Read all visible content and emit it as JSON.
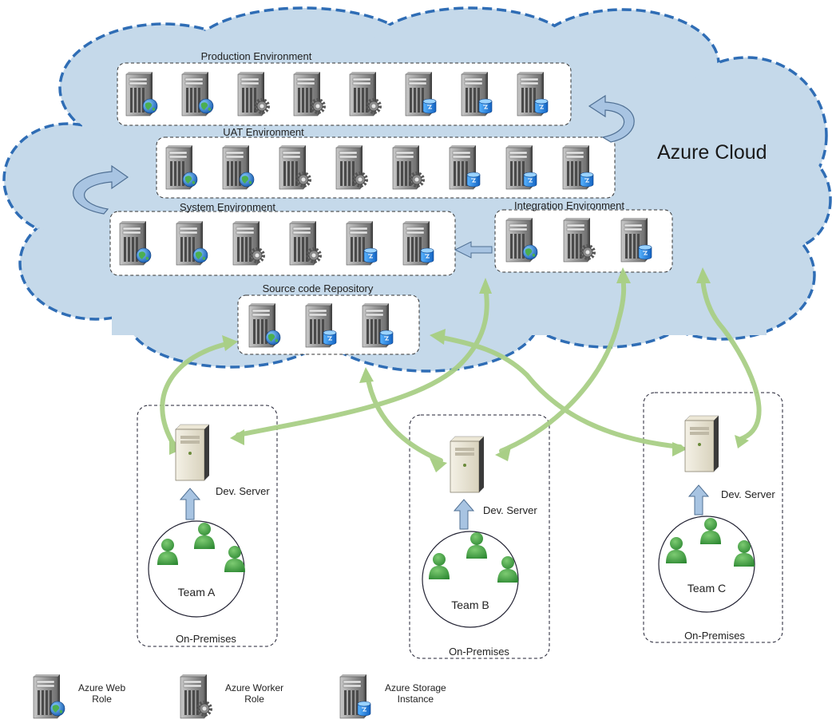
{
  "cloud_label": "Azure Cloud",
  "environments": [
    {
      "id": "production",
      "label": "Production Environment",
      "servers": [
        "web",
        "web",
        "worker",
        "worker",
        "worker",
        "storage",
        "storage",
        "storage"
      ]
    },
    {
      "id": "uat",
      "label": "UAT Environment",
      "servers": [
        "web",
        "web",
        "worker",
        "worker",
        "worker",
        "storage",
        "storage",
        "storage"
      ]
    },
    {
      "id": "system",
      "label": "System Environment",
      "servers": [
        "web",
        "web",
        "worker",
        "worker",
        "storage",
        "storage"
      ]
    },
    {
      "id": "integration",
      "label": "Integration Environment",
      "servers": [
        "web",
        "worker",
        "storage"
      ]
    },
    {
      "id": "repo",
      "label": "Source code Repository",
      "servers": [
        "web",
        "storage",
        "storage"
      ]
    }
  ],
  "teams": [
    {
      "id": "a",
      "name": "Team A",
      "server_label": "Dev. Server",
      "premises_label": "On-Premises"
    },
    {
      "id": "b",
      "name": "Team B",
      "server_label": "Dev. Server",
      "premises_label": "On-Premises"
    },
    {
      "id": "c",
      "name": "Team C",
      "server_label": "Dev. Server",
      "premises_label": "On-Premises"
    }
  ],
  "legend": [
    {
      "type": "web",
      "label_line1": "Azure Web",
      "label_line2": "Role"
    },
    {
      "type": "worker",
      "label_line1": "Azure Worker",
      "label_line2": "Role"
    },
    {
      "type": "storage",
      "label_line1": "Azure Storage",
      "label_line2": "Instance"
    }
  ],
  "colors": {
    "cloud_fill": "#c5d9ea",
    "cloud_border": "#2f6db5",
    "green_arrow": "#a9cf86",
    "blue_arrow": "#a8c4e2",
    "person": "#4ea24e"
  }
}
